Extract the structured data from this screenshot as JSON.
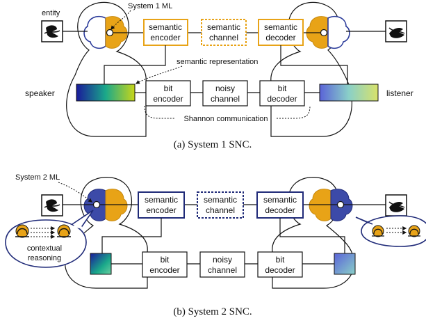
{
  "colors": {
    "orange": "#e8a317",
    "navy": "#1f2a78",
    "brain_blue": "#3c4aa8",
    "line": "#111111"
  },
  "fig_a": {
    "entity_label": "entity",
    "ml_label": "System 1 ML",
    "sem_encoder": [
      "semantic",
      "encoder"
    ],
    "sem_channel": [
      "semantic",
      "channel"
    ],
    "sem_decoder": [
      "semantic",
      "decoder"
    ],
    "sem_representation": "semantic representation",
    "speaker": "speaker",
    "listener": "listener",
    "bit_encoder": [
      "bit",
      "encoder"
    ],
    "noisy_channel": [
      "noisy",
      "channel"
    ],
    "bit_decoder": [
      "bit",
      "decoder"
    ],
    "shannon": "Shannon communication",
    "caption": "(a)  System 1 SNC."
  },
  "fig_b": {
    "ml_label": "System 2 ML",
    "sem_encoder": [
      "semantic",
      "encoder"
    ],
    "sem_channel": [
      "semantic",
      "channel"
    ],
    "sem_decoder": [
      "semantic",
      "decoder"
    ],
    "bit_encoder": [
      "bit",
      "encoder"
    ],
    "noisy_channel": [
      "noisy",
      "channel"
    ],
    "bit_decoder": [
      "bit",
      "decoder"
    ],
    "reasoning": [
      "contextual",
      "reasoning"
    ],
    "caption": "(b)  System 2 SNC."
  }
}
